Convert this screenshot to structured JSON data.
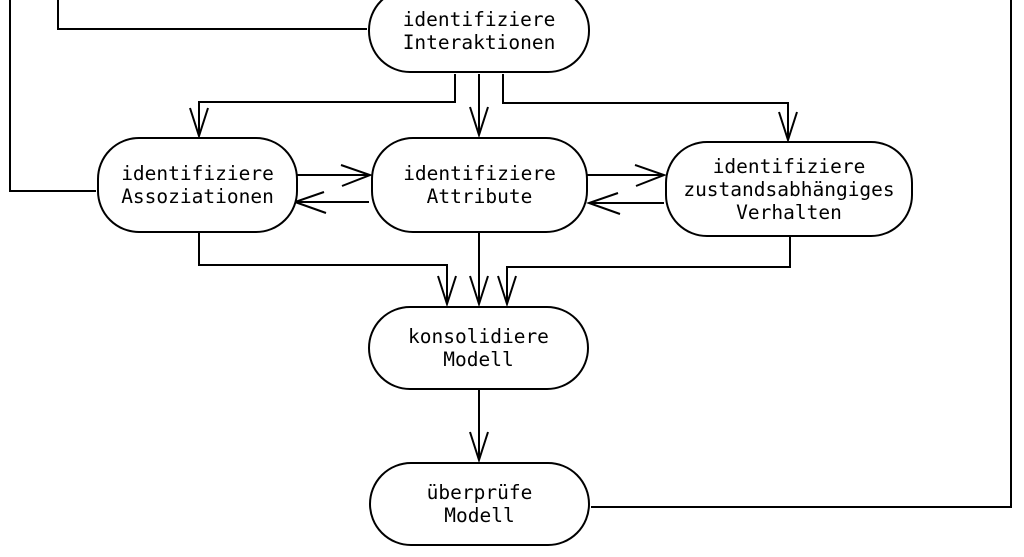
{
  "diagram": {
    "background_color": "#ffffff",
    "stroke_color": "#000000",
    "nodes": {
      "interactions": {
        "line1": "identifiziere",
        "line2": "Interaktionen"
      },
      "associations": {
        "line1": "identifiziere",
        "line2": "Assoziationen"
      },
      "attributes": {
        "line1": "identifiziere",
        "line2": "Attribute"
      },
      "state_behavior": {
        "line1": "identifiziere",
        "line2": "zustandsabhängiges",
        "line3": "Verhalten"
      },
      "consolidate": {
        "line1": "konsolidiere",
        "line2": "Modell"
      },
      "verify": {
        "line1": "überprüfe",
        "line2": "Modell"
      }
    },
    "edges": [
      {
        "from": "identifiziere Interaktionen",
        "to": "identifiziere Assoziationen",
        "arrow": true
      },
      {
        "from": "identifiziere Interaktionen",
        "to": "identifiziere Attribute",
        "arrow": true
      },
      {
        "from": "identifiziere Interaktionen",
        "to": "identifiziere zustandsabhängiges Verhalten",
        "arrow": true
      },
      {
        "from": "identifiziere Assoziationen",
        "to": "identifiziere Attribute",
        "arrow": true
      },
      {
        "from": "identifiziere Attribute",
        "to": "identifiziere Assoziationen",
        "arrow": true
      },
      {
        "from": "identifiziere Attribute",
        "to": "identifiziere zustandsabhängiges Verhalten",
        "arrow": true
      },
      {
        "from": "identifiziere zustandsabhängiges Verhalten",
        "to": "identifiziere Attribute",
        "arrow": true
      },
      {
        "from": "identifiziere Assoziationen",
        "to": "konsolidiere Modell",
        "arrow": true
      },
      {
        "from": "identifiziere Attribute",
        "to": "konsolidiere Modell",
        "arrow": true
      },
      {
        "from": "identifiziere zustandsabhängiges Verhalten",
        "to": "konsolidiere Modell",
        "arrow": true
      },
      {
        "from": "konsolidiere Modell",
        "to": "überprüfe Modell",
        "arrow": true
      },
      {
        "from": "überprüfe Modell",
        "to": "offscreen-top-right",
        "arrow": false
      },
      {
        "from": "offscreen-top-left",
        "to": "identifiziere Interaktionen",
        "arrow": false
      },
      {
        "from": "offscreen-top-left",
        "to": "identifiziere Assoziationen",
        "arrow": false
      }
    ]
  }
}
